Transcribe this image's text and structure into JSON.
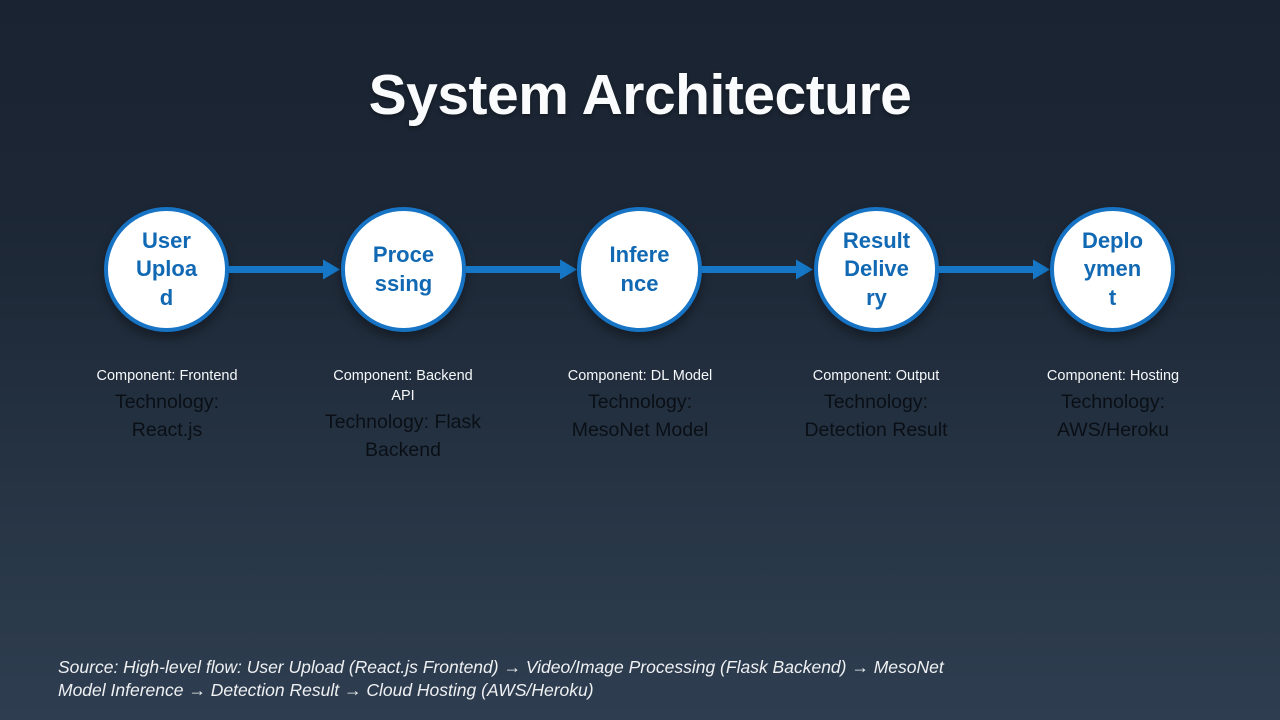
{
  "slide": {
    "title": "System Architecture",
    "colors": {
      "background_top": "#1a2331",
      "background_bottom": "#2e3d50",
      "circle_fill": "#ffffff",
      "circle_border": "#1773c4",
      "node_text": "#1168b3",
      "arrow": "#1577c5",
      "component_text": "#f5f7f9",
      "technology_text": "#0a0f16",
      "title_text": "#fafbfc",
      "source_text": "#eef0f2"
    }
  },
  "flow": {
    "nodes": [
      {
        "label": "User Upload",
        "lines": [
          "User",
          "Uploa",
          "d"
        ],
        "component": "Component: Frontend",
        "component_lines": [
          "Component: Frontend"
        ],
        "technology": "Technology: React.js",
        "technology_lines": [
          "Technology:",
          "React.js"
        ]
      },
      {
        "label": "Processing",
        "lines": [
          "Proce",
          "ssing"
        ],
        "component": "Component: Backend API",
        "component_lines": [
          "Component: Backend",
          "API"
        ],
        "technology": "Technology: Flask Backend",
        "technology_lines": [
          "Technology: Flask",
          "Backend"
        ]
      },
      {
        "label": "Inference",
        "lines": [
          "Infere",
          "nce"
        ],
        "component": "Component: DL Model",
        "component_lines": [
          "Component: DL Model"
        ],
        "technology": "Technology: MesoNet Model",
        "technology_lines": [
          "Technology:",
          "MesoNet Model"
        ]
      },
      {
        "label": "Result Delivery",
        "lines": [
          "Result",
          "Delive",
          "ry"
        ],
        "component": "Component: Output",
        "component_lines": [
          "Component: Output"
        ],
        "technology": "Technology: Detection Result",
        "technology_lines": [
          "Technology:",
          "Detection Result"
        ]
      },
      {
        "label": "Deployment",
        "lines": [
          "Deplo",
          "ymen",
          "t"
        ],
        "component": "Component: Hosting",
        "component_lines": [
          "Component: Hosting"
        ],
        "technology": "Technology: AWS/Heroku",
        "technology_lines": [
          "Technology:",
          "AWS/Heroku"
        ]
      }
    ],
    "arrow_glyph": "→"
  },
  "source": {
    "text": "Source: High-level flow: User Upload (React.js Frontend) → Video/Image Processing (Flask Backend) → MesoNet Model Inference → Detection Result → Cloud Hosting (AWS/Heroku)",
    "lines": [
      "Source: High-level flow: User Upload (React.js Frontend) → Video/Image Processing (Flask Backend) → MesoNet",
      "Model Inference → Detection Result → Cloud Hosting (AWS/Heroku)"
    ]
  }
}
